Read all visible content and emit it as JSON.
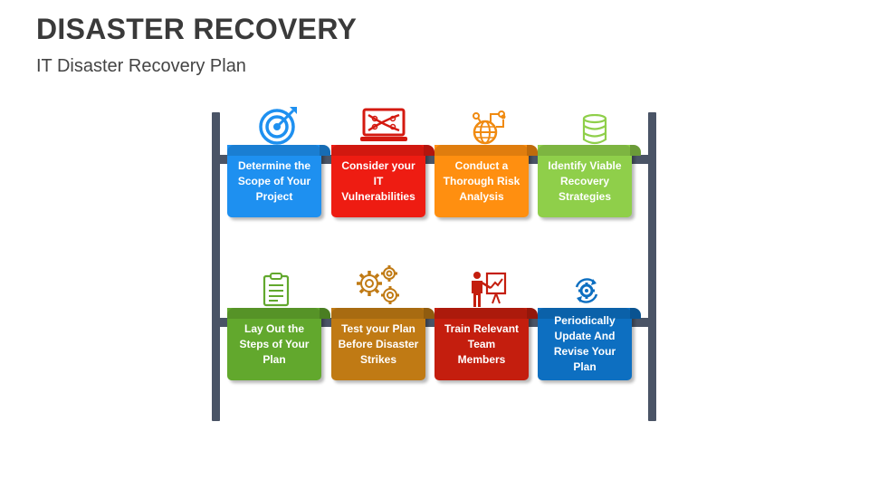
{
  "header": {
    "title": "DISASTER RECOVERY",
    "subtitle": "IT Disaster Recovery Plan"
  },
  "steps": [
    {
      "label": "Determine the\nScope of Your\nProject",
      "color": "#1e90f0",
      "icon": "target-icon"
    },
    {
      "label": "Consider your\nIT\nVulnerabilities",
      "color": "#ee1c12",
      "icon": "laptop-chain-icon"
    },
    {
      "label": "Conduct a\nThorough Risk\nAnalysis",
      "color": "#ff8f10",
      "icon": "globe-network-icon"
    },
    {
      "label": "Identify Viable\nRecovery\nStrategies",
      "color": "#8fcf4a",
      "icon": "database-icon"
    },
    {
      "label": "Lay Out the\nSteps of Your\nPlan",
      "color": "#62a82d",
      "icon": "clipboard-icon"
    },
    {
      "label": "Test your Plan\nBefore Disaster\nStrikes",
      "color": "#c07a14",
      "icon": "gears-icon"
    },
    {
      "label": "Train Relevant\nTeam\nMembers",
      "color": "#c41e0e",
      "icon": "presenter-icon"
    },
    {
      "label": "Periodically\nUpdate And\nRevise Your\nPlan",
      "color": "#0d6fc1",
      "icon": "sync-gear-icon"
    }
  ]
}
